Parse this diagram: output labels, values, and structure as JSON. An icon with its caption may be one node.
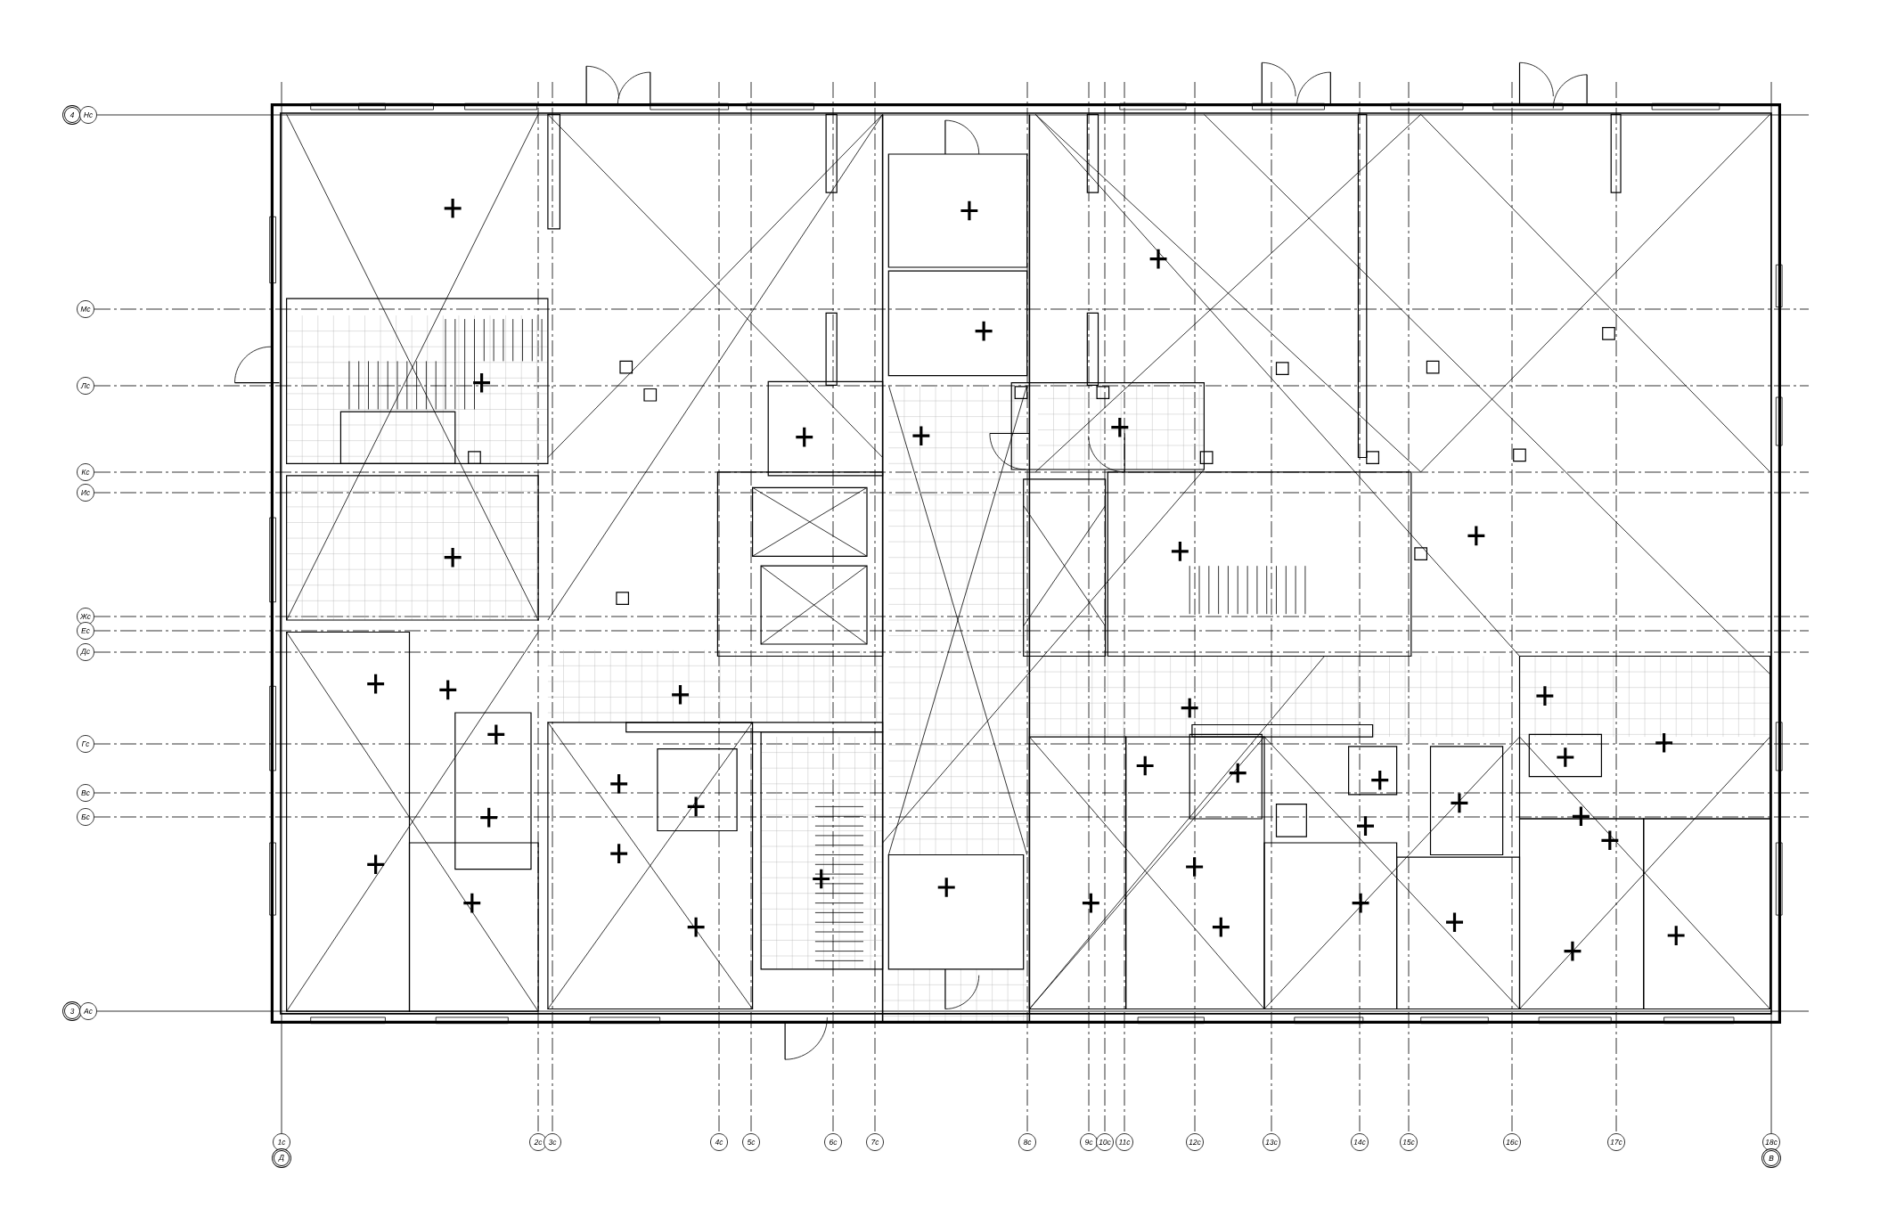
{
  "diagram": {
    "nodes": [
      {
        "text": [
          "4"
        ]
      },
      {
        "text": [
          "Нс"
        ]
      },
      {
        "text": [
          "Мс"
        ]
      },
      {
        "text": [
          "Лс"
        ]
      },
      {
        "text": [
          "Кс"
        ]
      },
      {
        "text": [
          "Ис"
        ]
      },
      {
        "text": [
          "Жс"
        ]
      },
      {
        "text": [
          "Ес"
        ]
      },
      {
        "text": [
          "Дс"
        ]
      },
      {
        "text": [
          "Гс"
        ]
      },
      {
        "text": [
          "Вс"
        ]
      },
      {
        "text": [
          "Бс"
        ]
      },
      {
        "text": [
          "3"
        ]
      },
      {
        "text": [
          "Ас"
        ]
      },
      {
        "text": [
          "1с"
        ]
      },
      {
        "text": [
          "Д"
        ]
      },
      {
        "text": [
          "2с"
        ]
      },
      {
        "text": [
          "3с"
        ]
      },
      {
        "text": [
          "4с"
        ]
      },
      {
        "text": [
          "5с"
        ]
      },
      {
        "text": [
          "6с"
        ]
      },
      {
        "text": [
          "7с"
        ]
      },
      {
        "text": [
          "8с"
        ]
      },
      {
        "text": [
          "9с"
        ]
      },
      {
        "text": [
          "10с"
        ]
      },
      {
        "text": [
          "11с"
        ]
      },
      {
        "text": [
          "12с"
        ]
      },
      {
        "text": [
          "13с"
        ]
      },
      {
        "text": [
          "14с"
        ]
      },
      {
        "text": [
          "15с"
        ]
      },
      {
        "text": [
          "16с"
        ]
      },
      {
        "text": [
          "17с"
        ]
      },
      {
        "text": [
          "18с"
        ]
      },
      {
        "text": [
          "В"
        ]
      }
    ]
  }
}
